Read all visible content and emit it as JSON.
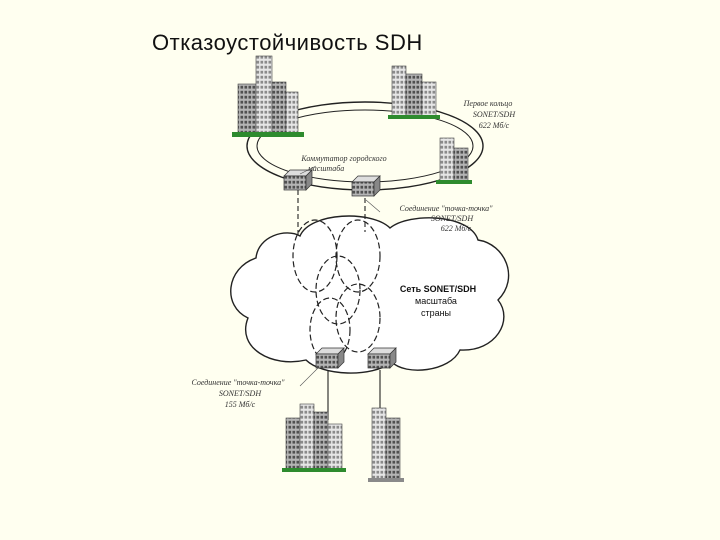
{
  "title": "Отказоустойчивость SDH",
  "labels": {
    "ring": [
      "Первое кольцо",
      "SONET/SDH",
      "622 Мб/с"
    ],
    "switch": [
      "Коммутатор городского",
      "масштаба"
    ],
    "p2p_top": [
      "Соединение \"точка-точка\"",
      "SONET/SDH",
      "622 Мб/с"
    ],
    "cloud": [
      "Сеть SONET/SDH",
      "масштаба",
      "страны"
    ],
    "p2p_bottom": [
      "Соединение \"точка-точка\"",
      "SONET/SDH",
      "155 Мб/с"
    ]
  },
  "colors": {
    "line": "#222222",
    "building": "#9a9a9a",
    "background": "#fffff0",
    "grass": "#2e8b2e"
  }
}
